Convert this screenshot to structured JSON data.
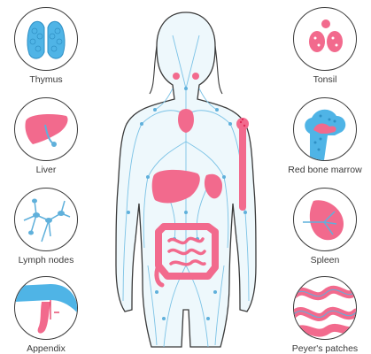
{
  "organs": {
    "thymus": "Thymus",
    "liver": "Liver",
    "lymph_nodes": "Lymph nodes",
    "appendix": "Appendix",
    "tonsil": "Tonsil",
    "red_bone_marrow": "Red bone marrow",
    "spleen": "Spleen",
    "peyers_patches": "Peyer's patches"
  },
  "colors": {
    "organ_pink": "#f26a8d",
    "lymph_blue": "#5fb0db",
    "outline": "#3a3a3a",
    "body_fill": "#eef8fc"
  },
  "icons": [
    "thymus-icon",
    "liver-icon",
    "lymph-nodes-icon",
    "appendix-icon",
    "tonsil-icon",
    "bone-marrow-icon",
    "spleen-icon",
    "peyers-patches-icon"
  ]
}
